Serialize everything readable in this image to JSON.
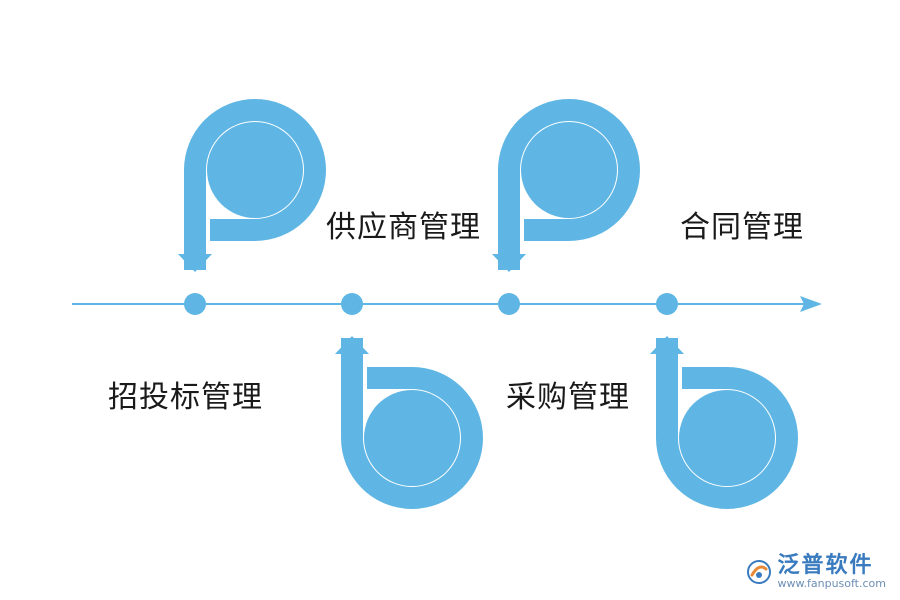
{
  "accent_color": "#5fb6e4",
  "axis_color": "#5fb6e4",
  "stages": [
    {
      "label": "招投标管理",
      "side": "above",
      "icon": "arrow-loop-down-icon"
    },
    {
      "label": "供应商管理",
      "side": "below",
      "icon": "arrow-loop-up-icon"
    },
    {
      "label": "采购管理",
      "side": "above",
      "icon": "arrow-loop-down-icon"
    },
    {
      "label": "合同管理",
      "side": "below",
      "icon": "arrow-loop-up-icon"
    }
  ],
  "logo": {
    "name": "泛普软件",
    "url": "www.fanpusoft.com",
    "icon": "fanpu-logo-icon"
  }
}
